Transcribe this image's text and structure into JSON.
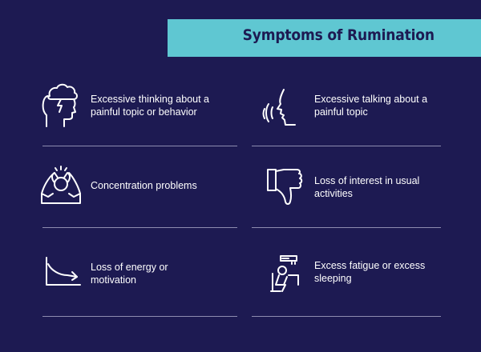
{
  "title": "Symptoms of Rumination",
  "items": [
    {
      "label": "Excessive thinking about a\npainful topic or behavior",
      "icon": "head-storm-icon"
    },
    {
      "label": "Excessive talking about a\npainful topic",
      "icon": "speaking-face-icon"
    },
    {
      "label": "Concentration problems",
      "icon": "stressed-person-icon"
    },
    {
      "label": "Loss of interest in usual\nactivities",
      "icon": "thumbs-down-icon"
    },
    {
      "label": "Loss of energy or\nmotivation",
      "icon": "declining-graph-icon"
    },
    {
      "label": "Excess fatigue or excess\nsleeping",
      "icon": "tired-at-desk-icon"
    }
  ],
  "colors": {
    "background": "#1d1a52",
    "accent": "#5fc7d2",
    "text": "#ffffff",
    "divider": "#8e8cb0"
  }
}
